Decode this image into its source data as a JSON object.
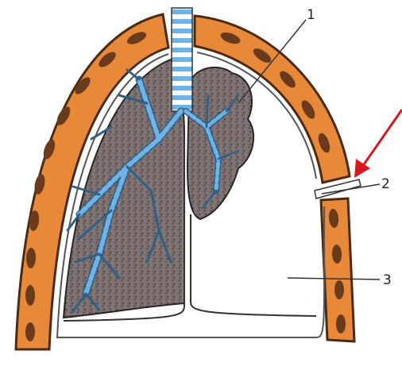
{
  "labels": {
    "one": "1",
    "two": "2",
    "three": "3"
  },
  "colors": {
    "chest_wall": "#e8893a",
    "chest_wall_dark": "#5a3218",
    "lung_tissue": "#7a6e6e",
    "bronchi": "#6fb3e6",
    "arrow": "#d6191e",
    "pleura_space": "#ffffff"
  }
}
